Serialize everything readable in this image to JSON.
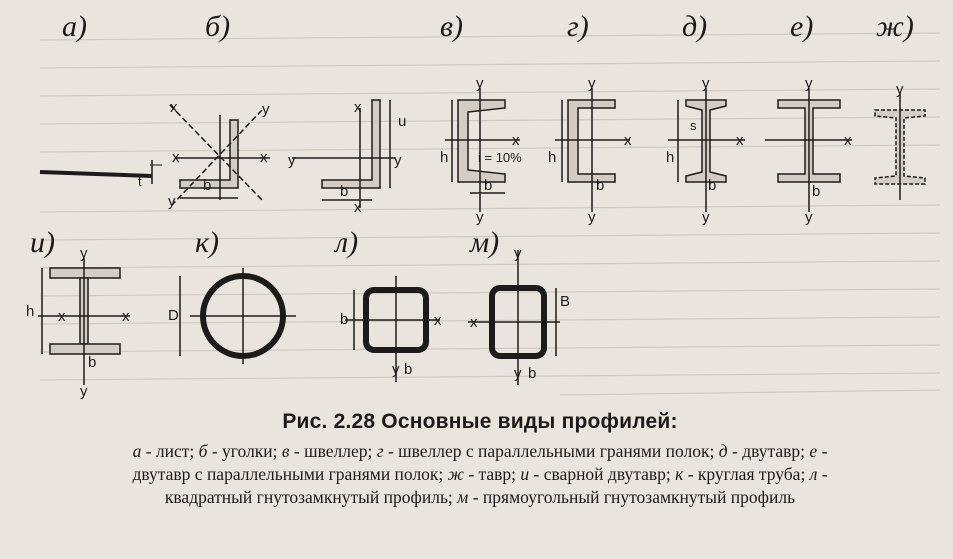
{
  "labels": {
    "a": "а)",
    "b": "б)",
    "v": "в)",
    "g": "г)",
    "d": "д)",
    "e": "е)",
    "zh": "ж)",
    "i": "и)",
    "k": "к)",
    "l": "л)",
    "m": "м)"
  },
  "axes": {
    "x": "x",
    "y": "y",
    "h": "h",
    "b": "b",
    "t": "t",
    "s": "s",
    "u": "u",
    "D": "D",
    "B": "B",
    "slope": "i = 10%"
  },
  "caption": {
    "title": "Рис. 2.28 Основные виды профилей:",
    "items": [
      {
        "key": "а",
        "text": " - лист; "
      },
      {
        "key": "б",
        "text": " - уголки; "
      },
      {
        "key": "в",
        "text": " - швеллер; "
      },
      {
        "key": "г",
        "text": " - швеллер с параллельными гранями полок; "
      },
      {
        "key": "д",
        "text": " - двутавр; "
      },
      {
        "key": "е",
        "text": " - двутавр с параллельными гранями полок; "
      },
      {
        "key": "ж",
        "text": " - тавр; "
      },
      {
        "key": "и",
        "text": " - сварной двутавр; "
      },
      {
        "key": "к",
        "text": " - круглая труба; "
      },
      {
        "key": "л",
        "text": " - квадратный гнутозамкнутый профиль; "
      },
      {
        "key": "м",
        "text": " - прямоугольный гнутозамкнутый профиль"
      }
    ]
  }
}
